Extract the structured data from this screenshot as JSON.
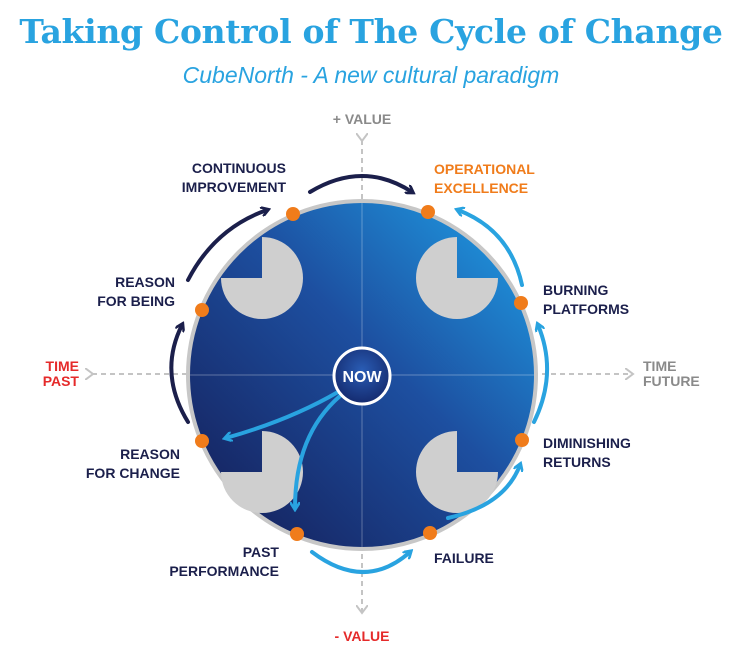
{
  "title": "Taking Control of The Cycle of Change",
  "subtitle": "CubeNorth - A new cultural paradigm",
  "axes": {
    "top": "+ VALUE",
    "bottom": "- VALUE",
    "left": [
      "TIME",
      "PAST"
    ],
    "right": [
      "TIME",
      "FUTURE"
    ]
  },
  "center": "NOW",
  "stages": [
    {
      "id": "continuous-improvement",
      "lines": [
        "CONTINUOUS",
        "IMPROVEMENT"
      ]
    },
    {
      "id": "operational-excellence",
      "lines": [
        "OPERATIONAL",
        "EXCELLENCE"
      ]
    },
    {
      "id": "burning-platforms",
      "lines": [
        "BURNING",
        "PLATFORMS"
      ]
    },
    {
      "id": "diminishing-returns",
      "lines": [
        "DIMINISHING",
        "RETURNS"
      ]
    },
    {
      "id": "failure",
      "lines": [
        "FAILURE"
      ]
    },
    {
      "id": "past-performance",
      "lines": [
        "PAST",
        "PERFORMANCE"
      ]
    },
    {
      "id": "reason-for-change",
      "lines": [
        "REASON",
        "FOR CHANGE"
      ]
    },
    {
      "id": "reason-for-being",
      "lines": [
        "REASON",
        "FOR BEING"
      ]
    }
  ],
  "colors": {
    "title": "#29a3e0",
    "navy": "#1b1f4b",
    "light_blue": "#29a3e0",
    "orange": "#f07c1b",
    "red": "#e52a2a",
    "grey": "#8a8a8a",
    "pie": "#cfcfcf"
  }
}
